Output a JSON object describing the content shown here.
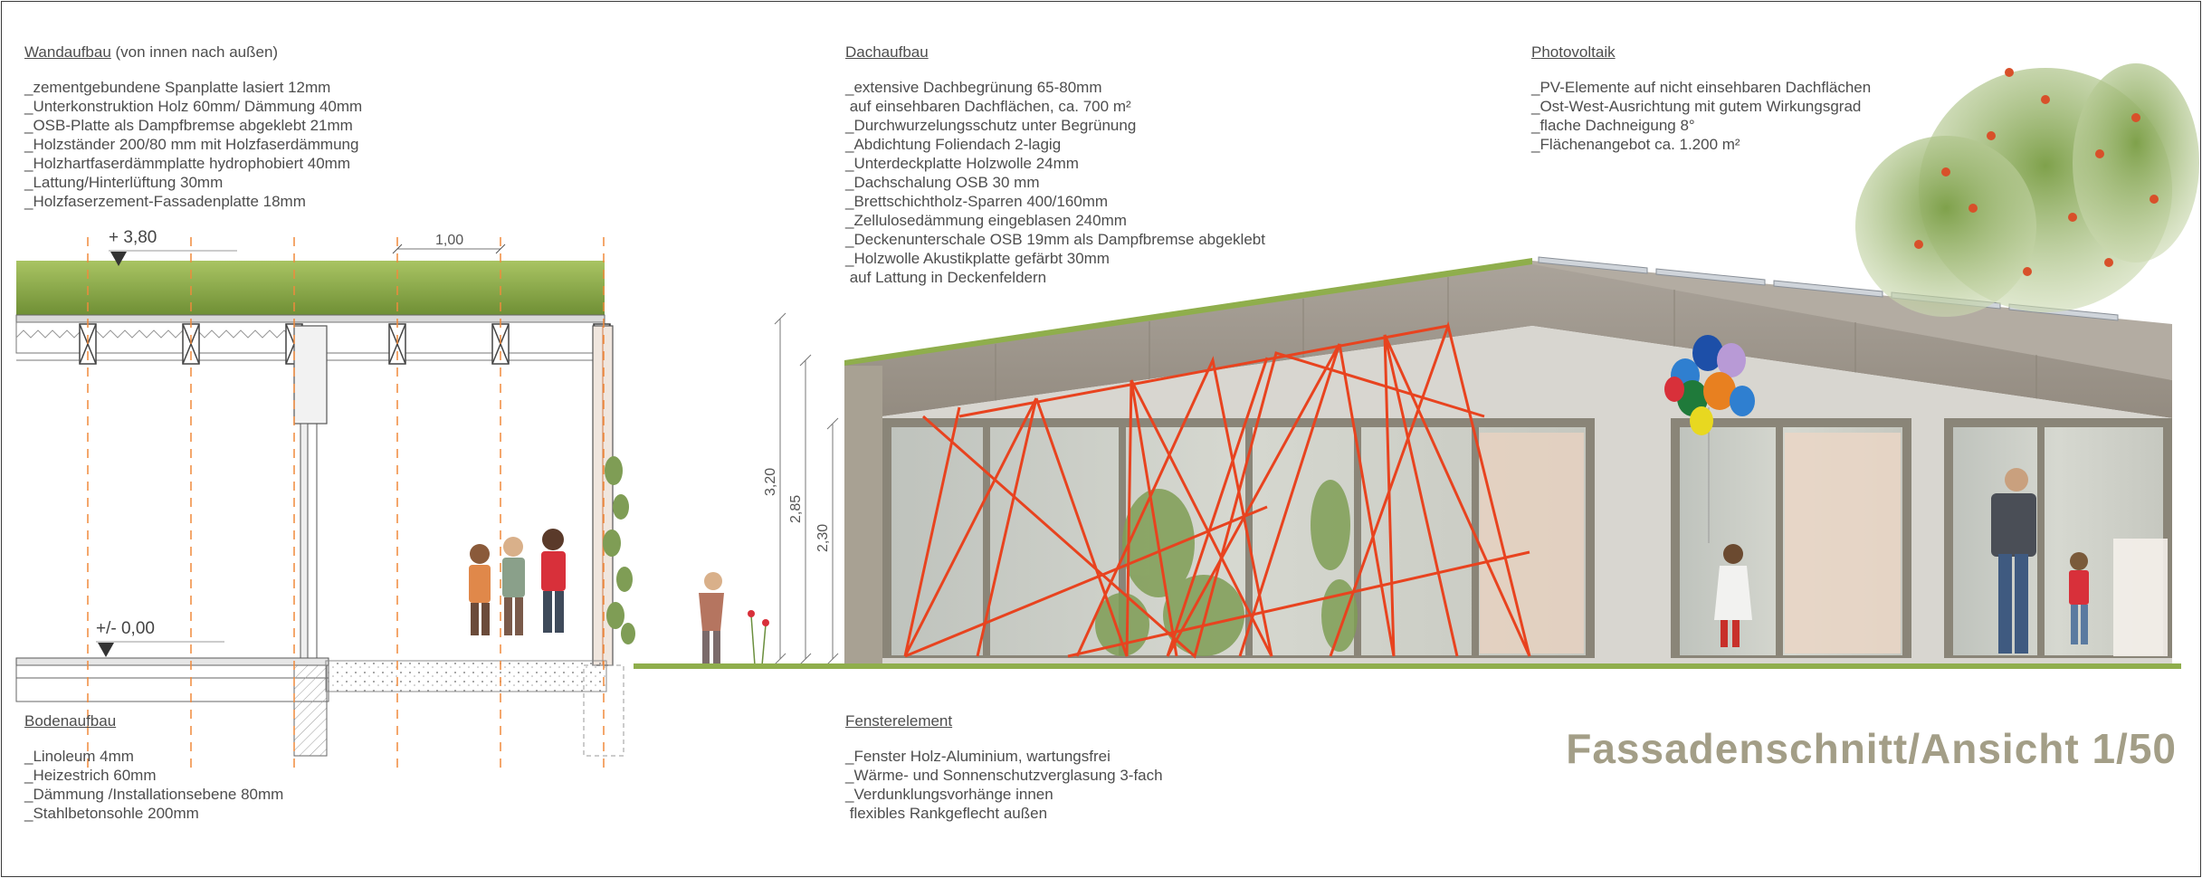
{
  "wandaufbau": {
    "heading": "Wandaufbau",
    "heading_suffix": " (von innen nach außen)",
    "items": [
      "_zementgebundene Spanplatte lasiert 12mm",
      "_Unterkonstruktion Holz 60mm/ Dämmung 40mm",
      "_OSB-Platte als Dampfbremse abgeklebt 21mm",
      "_Holzständer 200/80 mm mit Holzfaserdämmung",
      "_Holzhartfaserdämmplatte hydrophobiert 40mm",
      "_Lattung/Hinterlüftung 30mm",
      "_Holzfaserzement-Fassadenplatte 18mm"
    ]
  },
  "dachaufbau": {
    "heading": "Dachaufbau",
    "items": [
      "_extensive Dachbegrünung 65-80mm",
      " auf einsehbaren Dachflächen, ca. 700 m²",
      "_Durchwurzelungsschutz unter Begrünung",
      "_Abdichtung Foliendach 2-lagig",
      "_Unterdeckplatte Holzwolle 24mm",
      "_Dachschalung OSB 30 mm",
      "_Brettschichtholz-Sparren 400/160mm",
      "_Zellulosedämmung eingeblasen 240mm",
      "_Deckenunterschale OSB 19mm als Dampfbremse abgeklebt",
      "_Holzwolle Akustikplatte gefärbt 30mm",
      " auf Lattung in Deckenfeldern"
    ]
  },
  "photovoltaik": {
    "heading": "Photovoltaik",
    "items": [
      "_PV-Elemente auf nicht einsehbaren Dachflächen",
      "_Ost-West-Ausrichtung mit gutem Wirkungsgrad",
      "_flache Dachneigung 8°",
      "_Flächenangebot ca. 1.200 m²"
    ]
  },
  "bodenaufbau": {
    "heading": "Bodenaufbau",
    "items": [
      "_Linoleum 4mm",
      "_Heizestrich 60mm",
      "_Dämmung /Installationsebene 80mm",
      "_Stahlbetonsohle 200mm"
    ]
  },
  "fensterelement": {
    "heading": "Fensterelement",
    "items": [
      "_Fenster Holz-Aluminium, wartungsfrei",
      "_Wärme- und Sonnenschutzverglasung 3-fach",
      "_Verdunklungsvorhänge innen",
      " flexibles Rankgeflecht außen"
    ]
  },
  "section": {
    "level_top": "+ 3,80",
    "level_floor": "+/- 0,00",
    "dim_spacing": "1,00",
    "dim_3_20": "3,20",
    "dim_2_85": "2,85",
    "dim_2_30": "2,30"
  },
  "title": "Fassadenschnitt/Ansicht 1/50",
  "colors": {
    "facade": "#a8a193",
    "rope": "#e8431f",
    "grass": "#8fae4c",
    "title": "#a39e87"
  }
}
